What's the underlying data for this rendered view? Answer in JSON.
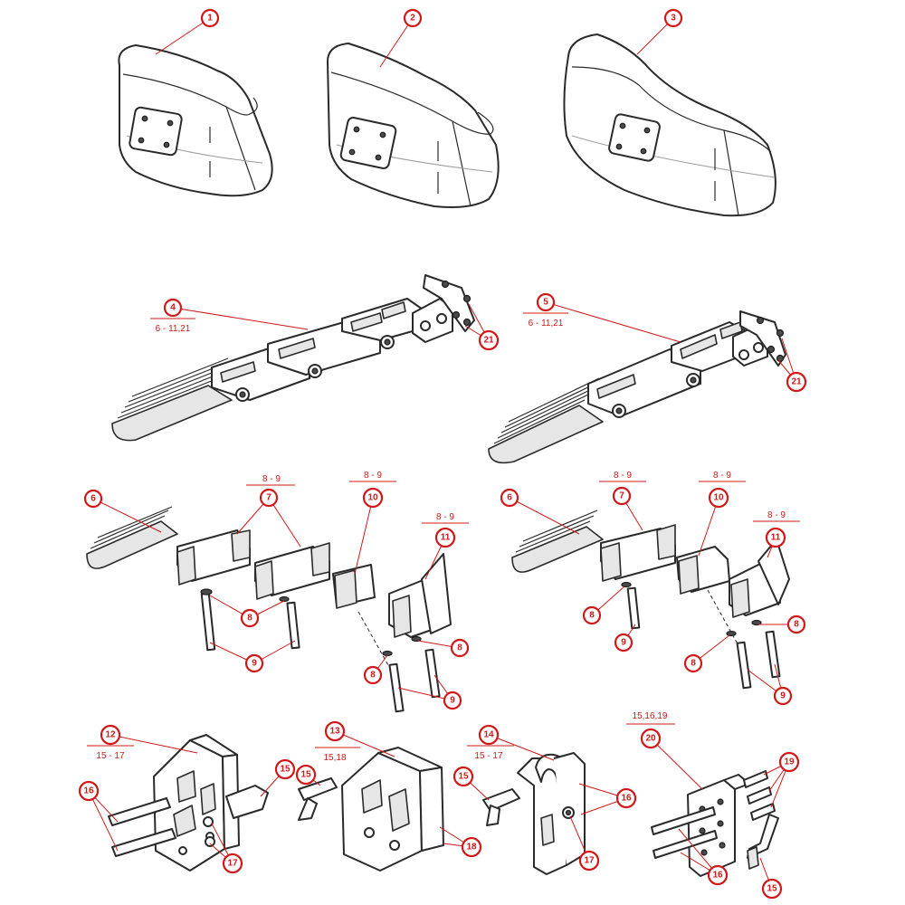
{
  "callouts": [
    {
      "id": "c1",
      "label": "1"
    },
    {
      "id": "c2",
      "label": "2"
    },
    {
      "id": "c3",
      "label": "3"
    },
    {
      "id": "c4",
      "label": "4"
    },
    {
      "id": "c5",
      "label": "5"
    },
    {
      "id": "c21a",
      "label": "21"
    },
    {
      "id": "c21b",
      "label": "21"
    },
    {
      "id": "c6a",
      "label": "6"
    },
    {
      "id": "c7a",
      "label": "7"
    },
    {
      "id": "c10a",
      "label": "10"
    },
    {
      "id": "c11a",
      "label": "11"
    },
    {
      "id": "c8a1",
      "label": "8"
    },
    {
      "id": "c9a1",
      "label": "9"
    },
    {
      "id": "c8a2",
      "label": "8"
    },
    {
      "id": "c8a3",
      "label": "8"
    },
    {
      "id": "c9a2",
      "label": "9"
    },
    {
      "id": "c6b",
      "label": "6"
    },
    {
      "id": "c7b",
      "label": "7"
    },
    {
      "id": "c10b",
      "label": "10"
    },
    {
      "id": "c11b",
      "label": "11"
    },
    {
      "id": "c8b1",
      "label": "8"
    },
    {
      "id": "c9b1",
      "label": "9"
    },
    {
      "id": "c8b2",
      "label": "8"
    },
    {
      "id": "c8b3",
      "label": "8"
    },
    {
      "id": "c9b2",
      "label": "9"
    },
    {
      "id": "c12",
      "label": "12"
    },
    {
      "id": "c16a",
      "label": "16"
    },
    {
      "id": "c17a",
      "label": "17"
    },
    {
      "id": "c15a",
      "label": "15"
    },
    {
      "id": "c13",
      "label": "13"
    },
    {
      "id": "c15b",
      "label": "15"
    },
    {
      "id": "c18",
      "label": "18"
    },
    {
      "id": "c14",
      "label": "14"
    },
    {
      "id": "c15c",
      "label": "15"
    },
    {
      "id": "c16b",
      "label": "16"
    },
    {
      "id": "c17b",
      "label": "17"
    },
    {
      "id": "c20",
      "label": "20"
    },
    {
      "id": "c19",
      "label": "19"
    },
    {
      "id": "c16c",
      "label": "16"
    },
    {
      "id": "c15d",
      "label": "15"
    }
  ],
  "refs": {
    "r4": "6 - 11,21",
    "r5": "6 - 11,21",
    "r7a": "8 - 9",
    "r10a": "8 - 9",
    "r11a": "8 - 9",
    "r7b": "8 - 9",
    "r10b": "8 - 9",
    "r11b": "8 - 9",
    "r12": "15 - 17",
    "r13": "15,18",
    "r14": "15 - 17",
    "r20": "15,16,19"
  },
  "colors": {
    "callout": "#d01818",
    "line": "#2a2a2a",
    "background": "#ffffff"
  }
}
